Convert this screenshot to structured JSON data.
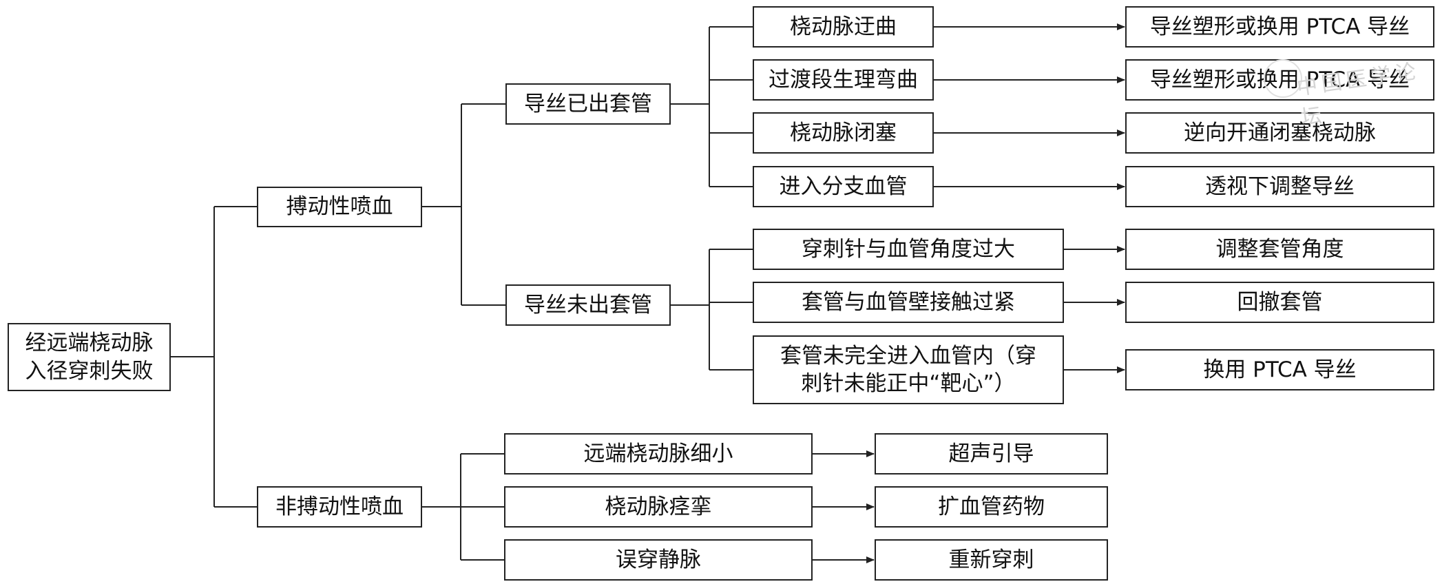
{
  "diagram": {
    "root": "经远端桡动脉\n入径穿刺失败",
    "l1_pulsatile": "搏动性喷血",
    "l1_nonpulsatile": "非搏动性喷血",
    "l2_wire_out": "导丝已出套管",
    "l2_wire_not_out": "导丝未出套管",
    "wire_out_causes": [
      "桡动脉迂曲",
      "过渡段生理弯曲",
      "桡动脉闭塞",
      "进入分支血管"
    ],
    "wire_out_actions": [
      "导丝塑形或换用 PTCA 导丝",
      "导丝塑形或换用 PTCA 导丝",
      "逆向开通闭塞桡动脉",
      "透视下调整导丝"
    ],
    "wire_not_out_causes": [
      "穿刺针与血管角度过大",
      "套管与血管壁接触过紧",
      "套管未完全进入血管内（穿\n刺针未能正中“靶心”）"
    ],
    "wire_not_out_actions": [
      "调整套管角度",
      "回撤套管",
      "换用 PTCA 导丝"
    ],
    "nonpulsatile_causes": [
      "远端桡动脉细小",
      "桡动脉痉挛",
      "误穿静脉"
    ],
    "nonpulsatile_actions": [
      "超声引导",
      "扩血管药物",
      "重新穿刺"
    ]
  },
  "watermark": "中国医学论坛"
}
